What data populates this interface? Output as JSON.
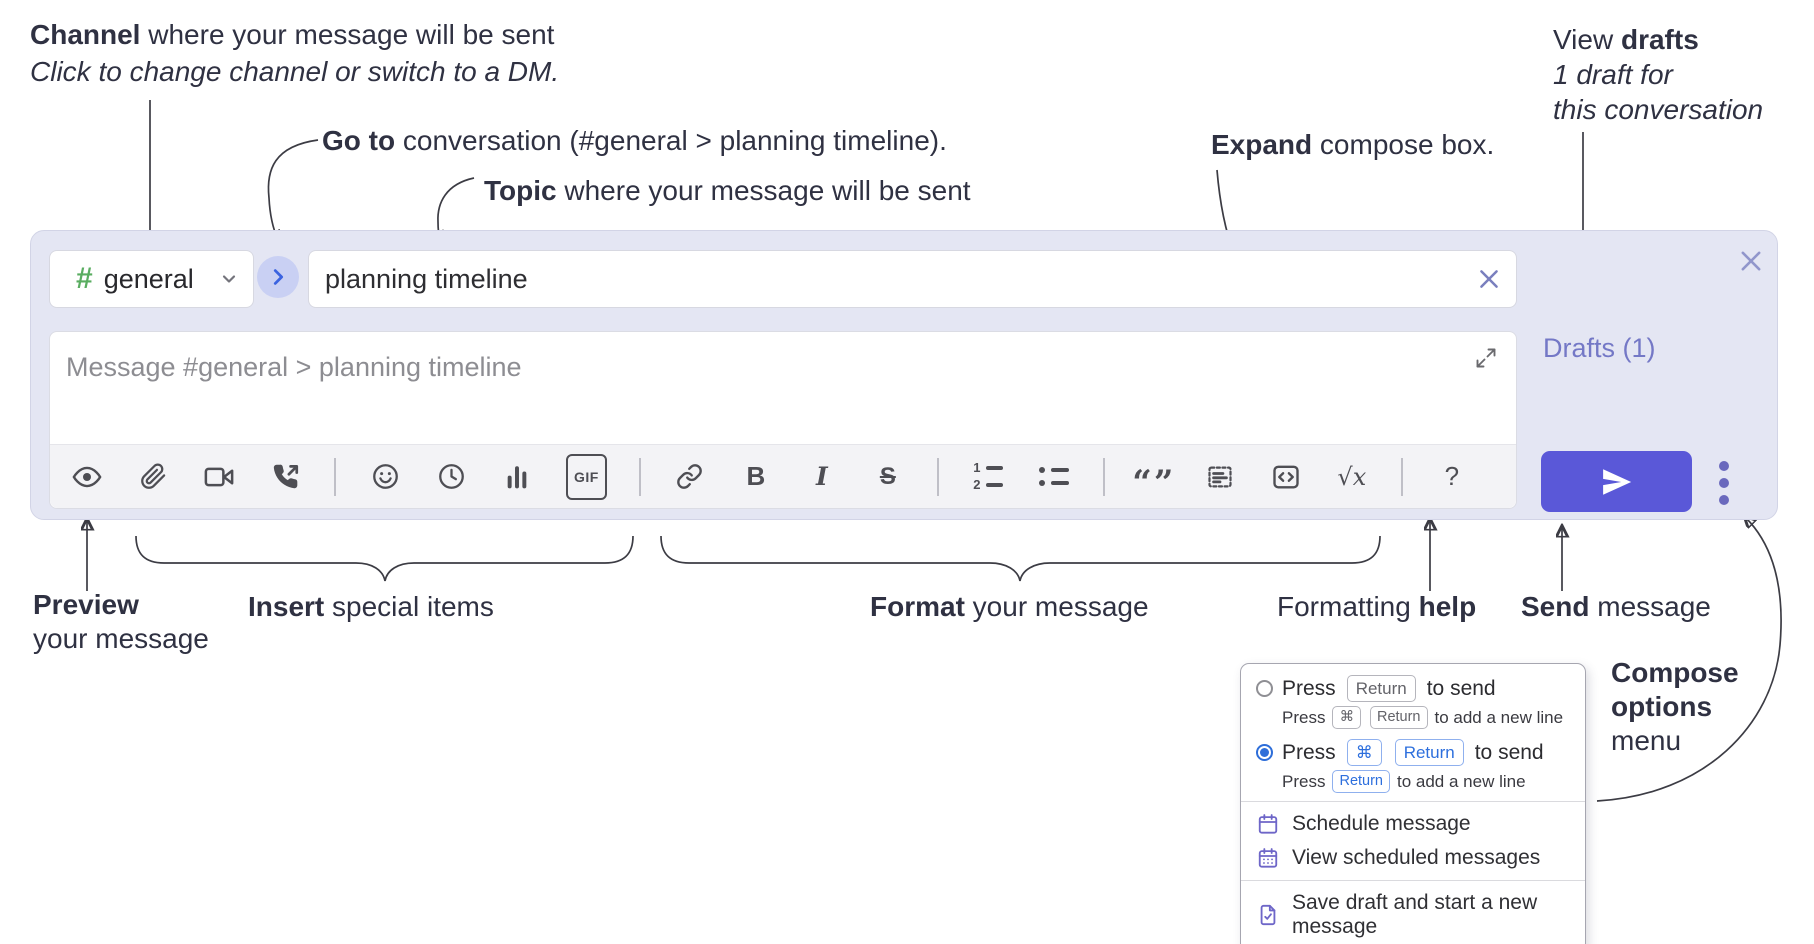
{
  "annotations": {
    "channel": {
      "bold": "Channel",
      "rest": " where your message will be sent",
      "line2": "Click to change channel or switch to a DM."
    },
    "go_to": {
      "bold": "Go to",
      "rest": " conversation (#general > planning timeline)."
    },
    "topic": {
      "bold": "Topic",
      "rest": " where your message will be sent"
    },
    "expand": {
      "bold": "Expand",
      "rest": " compose box."
    },
    "view_drafts": {
      "pre": "View ",
      "bold": "drafts",
      "line2": "1 draft for",
      "line3": "this conversation"
    },
    "preview": {
      "bold": "Preview",
      "line2": "your message"
    },
    "insert": {
      "bold": "Insert",
      "rest": " special items"
    },
    "format": {
      "bold": "Format",
      "rest": " your message"
    },
    "formatting_help": {
      "pre": "Formatting ",
      "bold": "help"
    },
    "send": {
      "bold": "Send",
      "rest": " message"
    },
    "compose_options": {
      "line1": "Compose",
      "line2": "options",
      "line3": "menu"
    }
  },
  "compose": {
    "channel": {
      "hash": "#",
      "name": "general"
    },
    "topic_value": "planning timeline",
    "message_placeholder": "Message #general > planning timeline",
    "drafts_link": "Drafts (1)",
    "toolbar": {
      "gif": "GIF",
      "bold": "B",
      "italic": "I",
      "strike": "S",
      "ol1": "1",
      "ol2": "2",
      "quote": "“”",
      "math": "√x",
      "help": "?"
    }
  },
  "popup": {
    "selected_option": 2,
    "option1": {
      "press": "Press",
      "key": "Return",
      "after": "to send",
      "sub_press": "Press",
      "sub_key1": "⌘",
      "sub_key2": "Return",
      "sub_after": "to add a new line"
    },
    "option2": {
      "press": "Press",
      "key1": "⌘",
      "key2": "Return",
      "after": "to send",
      "sub_press": "Press",
      "sub_key": "Return",
      "sub_after": "to add a new line"
    },
    "schedule": "Schedule message",
    "view_scheduled": "View scheduled messages",
    "save_draft": "Save draft and start a new message"
  },
  "colors": {
    "compose_bg": "#e4e6f3",
    "send_button": "#5a58d8",
    "drafts_link": "#7478c6",
    "hash_green": "#5aad61",
    "go_circle_bg": "#c9d0f3",
    "go_chevron": "#3b63e0",
    "radio_selected": "#2e6ed9",
    "key_blue": "#2d6fdd",
    "menu_icon_purple": "#6e66c8",
    "close_x": "#9196cb"
  }
}
